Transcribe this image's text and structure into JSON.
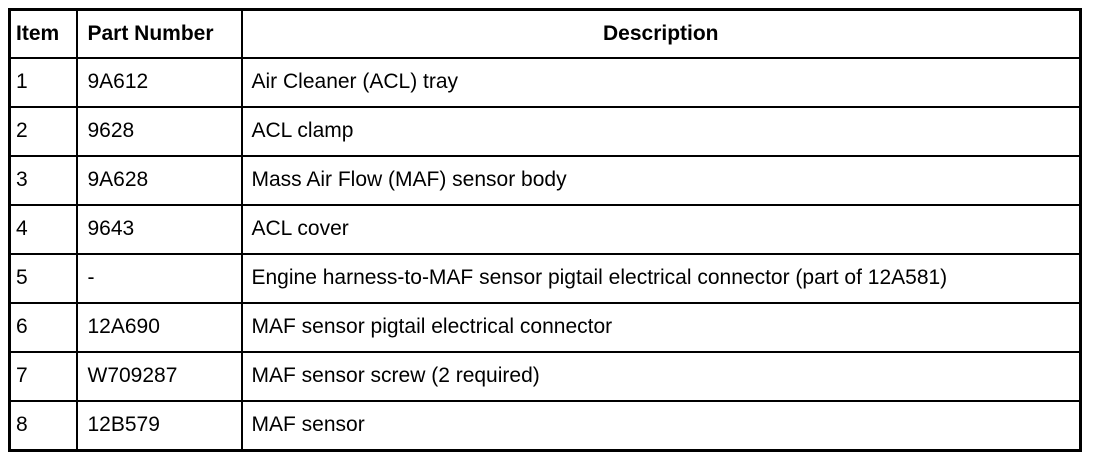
{
  "table": {
    "columns": [
      {
        "key": "item",
        "label": "Item"
      },
      {
        "key": "part_number",
        "label": "Part Number"
      },
      {
        "key": "description",
        "label": "Description"
      }
    ],
    "rows": [
      {
        "item": "1",
        "part_number": "9A612",
        "description": "Air Cleaner (ACL) tray"
      },
      {
        "item": "2",
        "part_number": "9628",
        "description": "ACL clamp"
      },
      {
        "item": "3",
        "part_number": "9A628",
        "description": "Mass Air Flow (MAF) sensor body"
      },
      {
        "item": "4",
        "part_number": "9643",
        "description": "ACL cover"
      },
      {
        "item": "5",
        "part_number": "-",
        "description": "Engine harness-to-MAF sensor pigtail electrical connector (part of 12A581)"
      },
      {
        "item": "6",
        "part_number": "12A690",
        "description": "MAF sensor pigtail electrical connector"
      },
      {
        "item": "7",
        "part_number": "W709287",
        "description": "MAF sensor screw (2 required)"
      },
      {
        "item": "8",
        "part_number": "12B579",
        "description": "MAF sensor"
      }
    ]
  },
  "colors": {
    "border": "#000000",
    "text": "#000000",
    "background": "#ffffff"
  }
}
